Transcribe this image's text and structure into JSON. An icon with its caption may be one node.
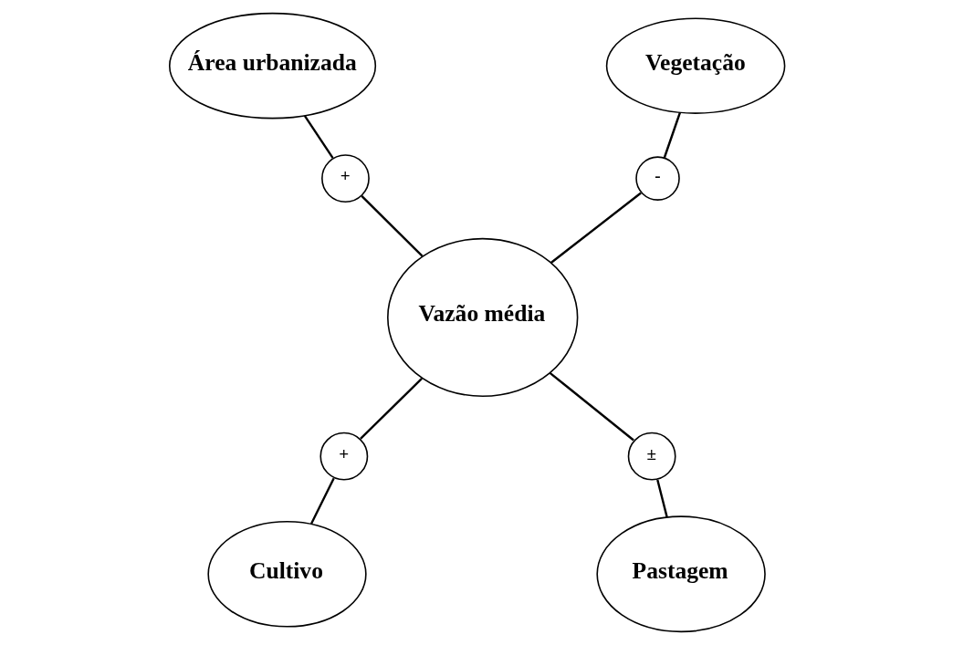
{
  "diagram": {
    "nodes": [
      {
        "text": [
          "Área urbanizada"
        ]
      },
      {
        "text": [
          "Vegetação"
        ]
      },
      {
        "text": [
          "+"
        ]
      },
      {
        "text": [
          "-"
        ]
      },
      {
        "text": [
          "Vazão média"
        ]
      },
      {
        "text": [
          "+"
        ]
      },
      {
        "text": [
          "±"
        ]
      },
      {
        "text": [
          "Cultivo"
        ]
      },
      {
        "text": [
          "Pastagem"
        ]
      }
    ],
    "edges": [
      {
        "from": 0,
        "to": 2,
        "arrow": "none"
      },
      {
        "from": 2,
        "to": 4,
        "arrow": "none"
      },
      {
        "from": 1,
        "to": 3,
        "arrow": "none"
      },
      {
        "from": 3,
        "to": 4,
        "arrow": "none"
      },
      {
        "from": 4,
        "to": 5,
        "arrow": "none"
      },
      {
        "from": 5,
        "to": 7,
        "arrow": "none"
      },
      {
        "from": 4,
        "to": 6,
        "arrow": "none"
      },
      {
        "from": 6,
        "to": 8,
        "arrow": "none"
      }
    ]
  }
}
